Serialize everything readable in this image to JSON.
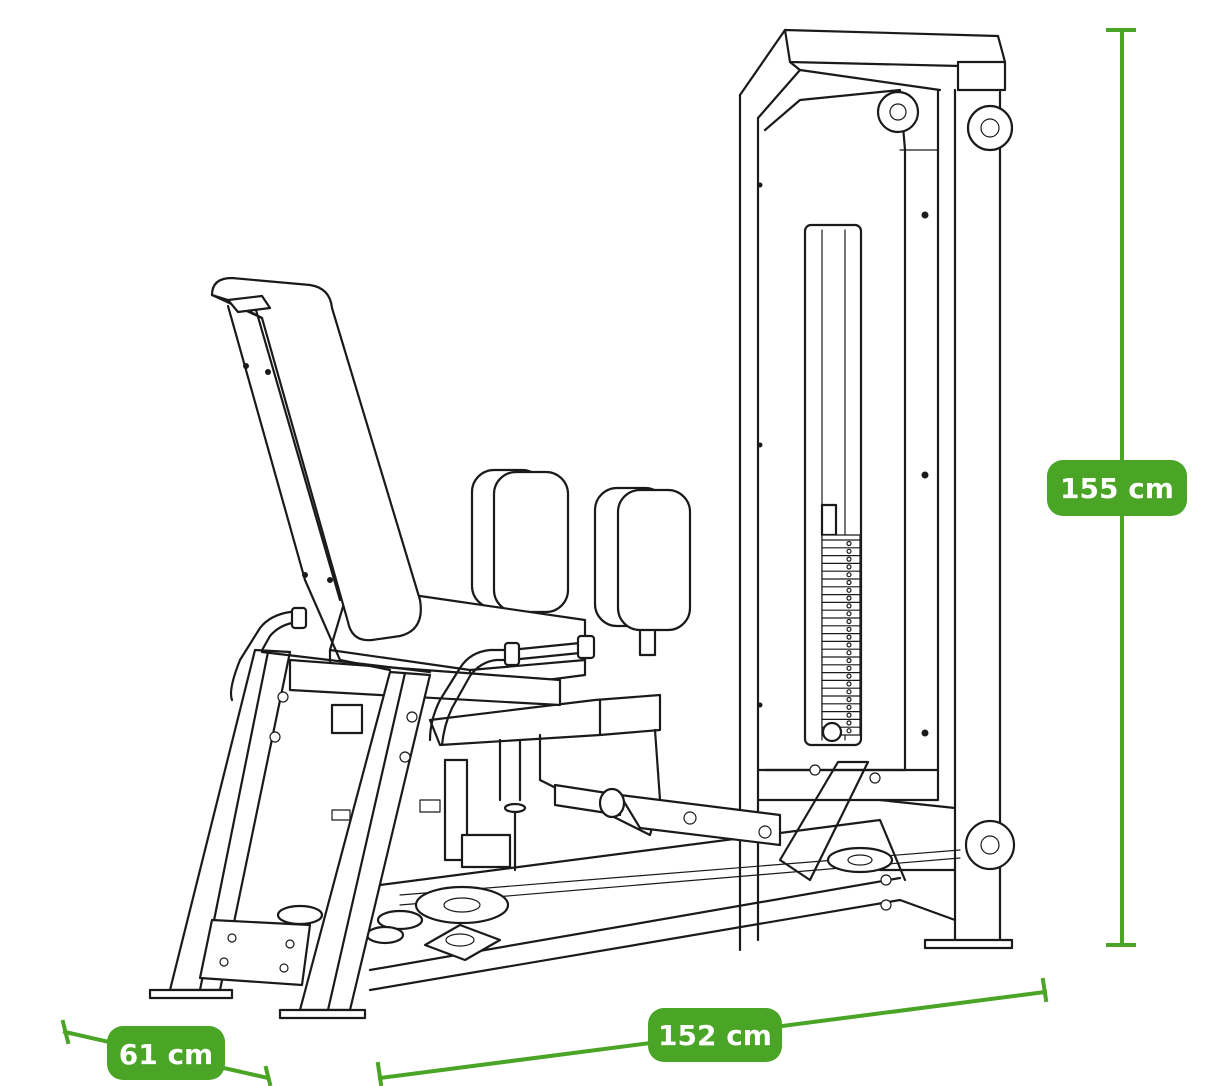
{
  "dimensions": {
    "height": {
      "label": "155 cm"
    },
    "length": {
      "label": "152 cm"
    },
    "depth": {
      "label": "61 cm"
    }
  },
  "colors": {
    "accent": "#4aa526",
    "line": "#1a1a1a",
    "background": "#ffffff"
  }
}
